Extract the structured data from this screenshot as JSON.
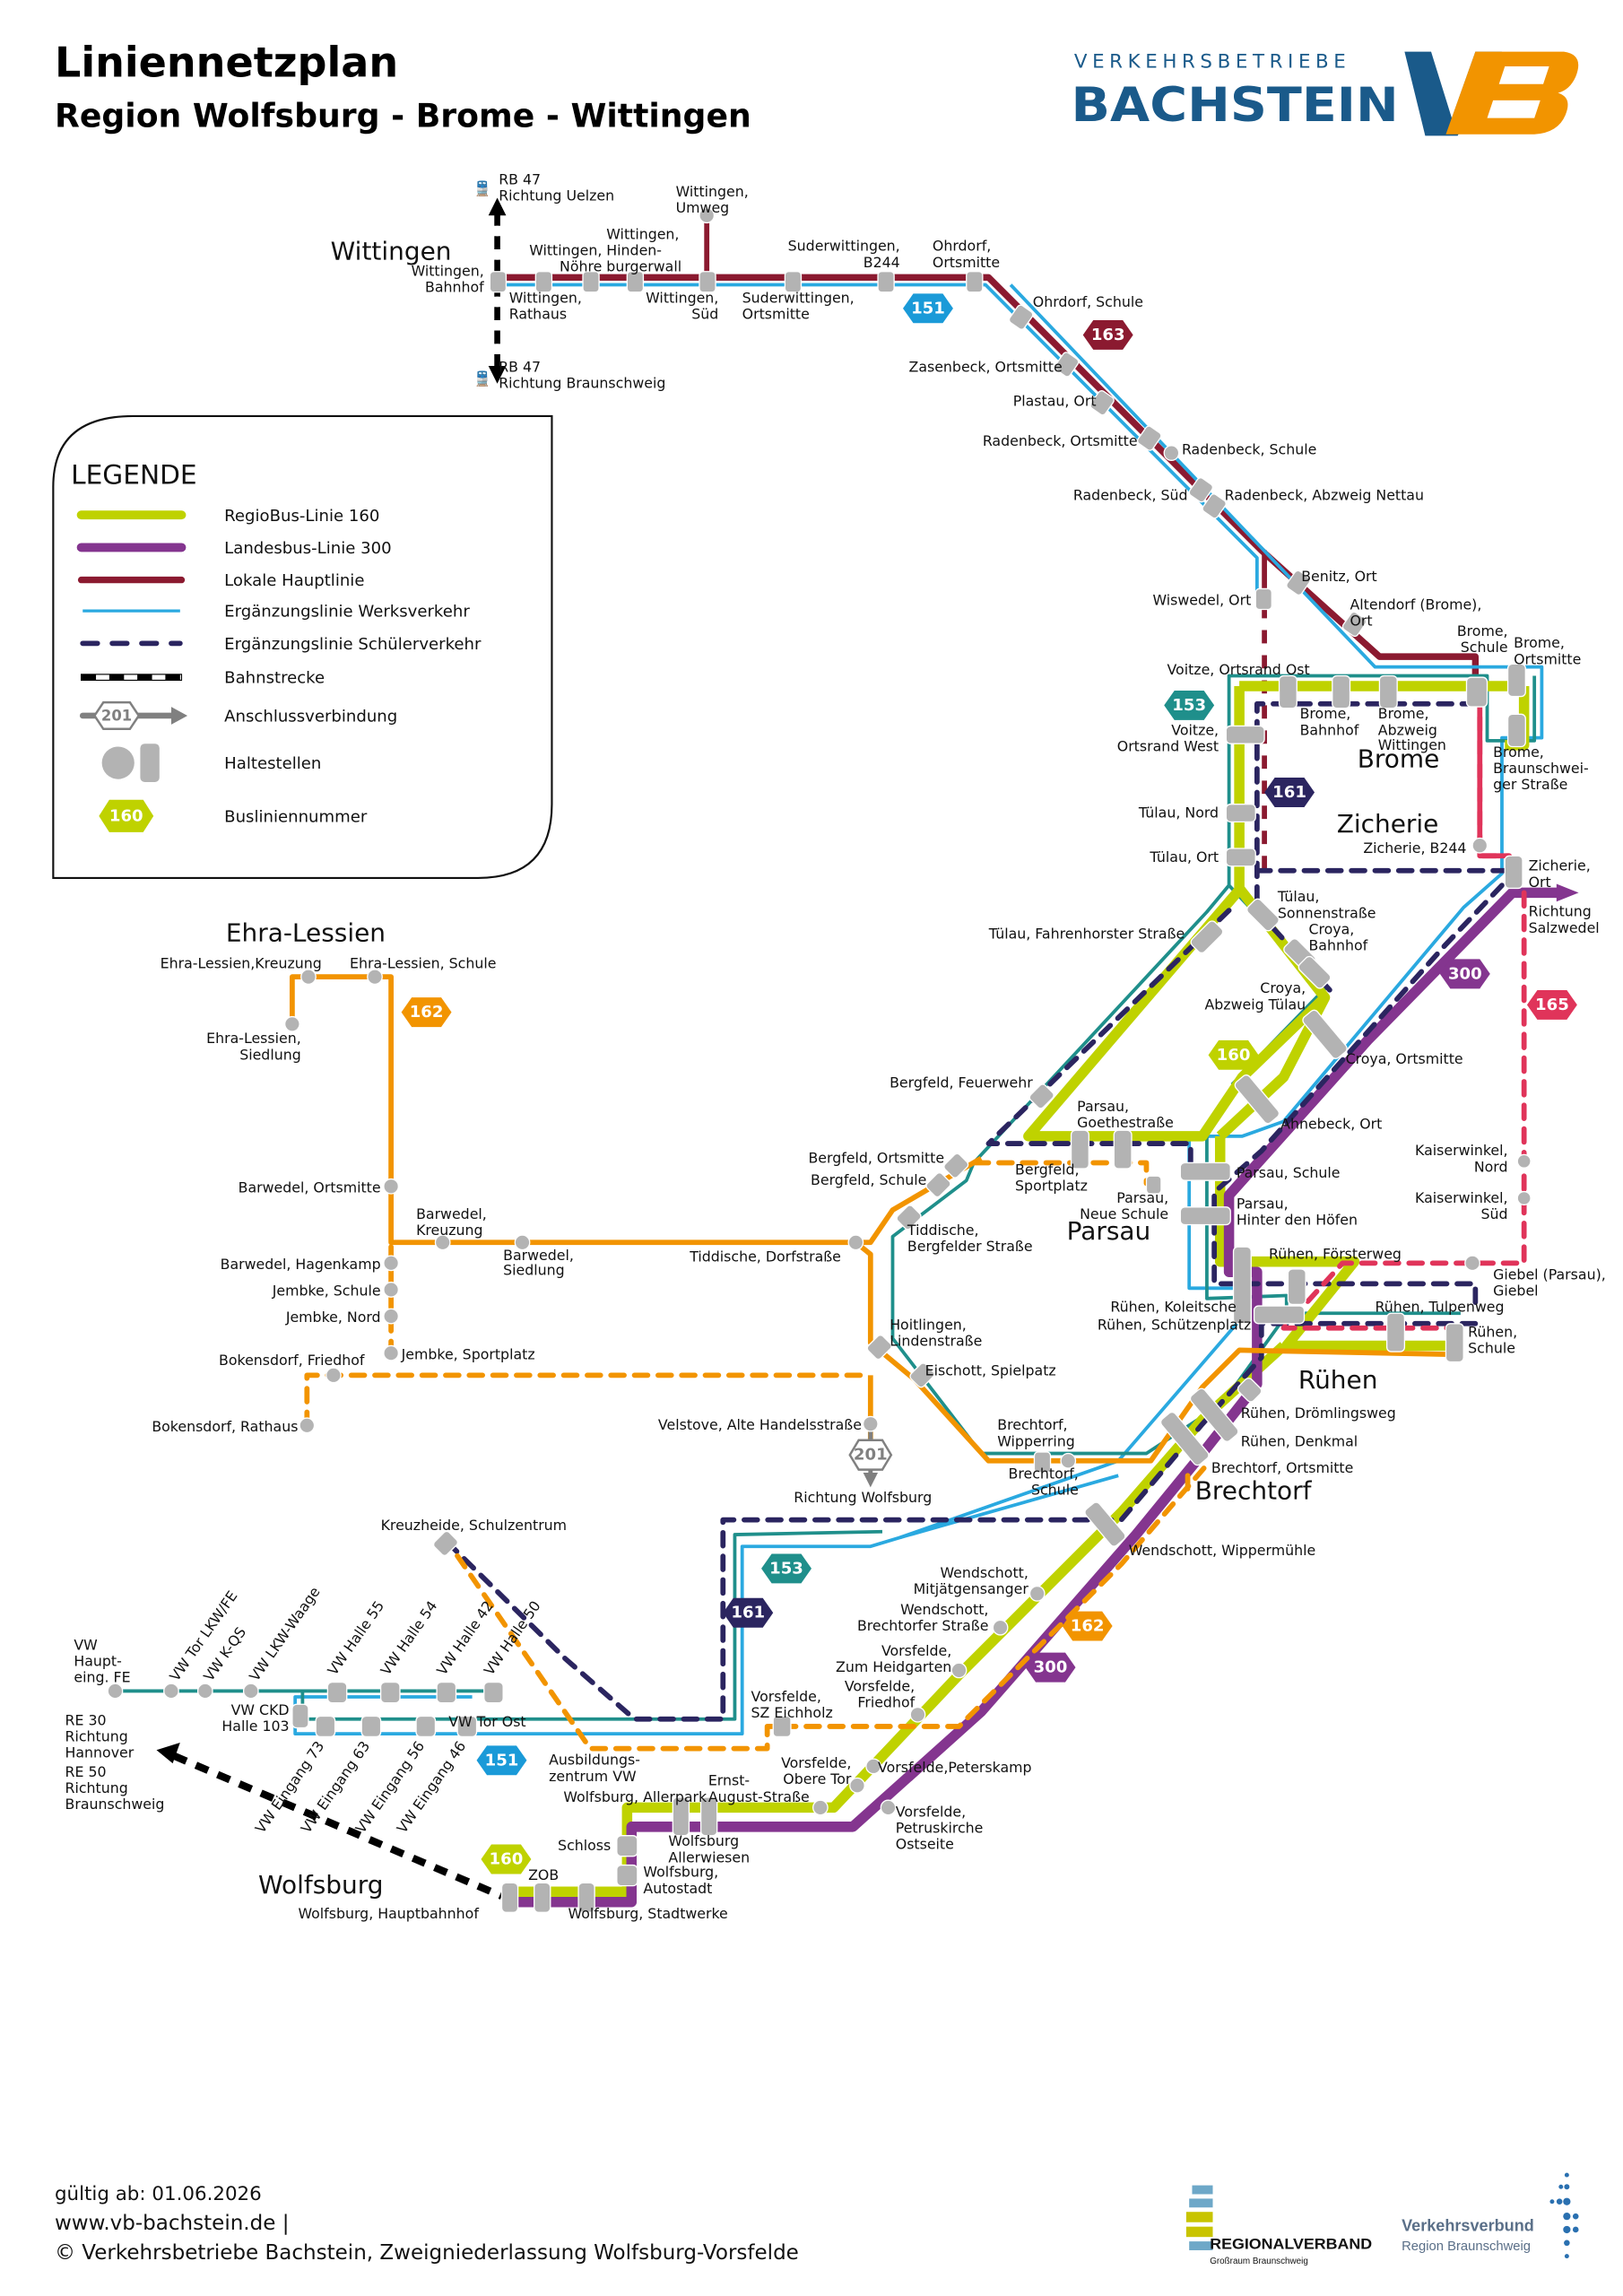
{
  "header": {
    "title": "Liniennetzplan",
    "subtitle": "Region Wolfsburg - Brome - Wittingen",
    "logo_top": "VERKEHRSBETRIEBE",
    "logo_main": "BACHSTEIN",
    "logo_mark": "VB"
  },
  "colors": {
    "line_160": "#bfd200",
    "line_300": "#84358f",
    "line_163": "#8b1a30",
    "line_151": "#2aa9e0",
    "line_153": "#1f8f8b",
    "line_161": "#2b2560",
    "line_162": "#f29400",
    "line_165": "#e0345a",
    "line_201": "#808080",
    "stop": "#b3b3b3",
    "logo_blue": "#1a5a8a",
    "logo_orange": "#f29400"
  },
  "legend": {
    "title": "LEGENDE",
    "items": [
      {
        "label": "RegioBus-Linie 160",
        "symbol": "line-160"
      },
      {
        "label": "Landesbus-Linie 300",
        "symbol": "line-300"
      },
      {
        "label": "Lokale Hauptlinie",
        "symbol": "line-local"
      },
      {
        "label": "Ergänzungslinie Werksverkehr",
        "symbol": "line-works"
      },
      {
        "label": "Ergänzungslinie Schülerverkehr",
        "symbol": "line-school"
      },
      {
        "label": "Bahnstrecke",
        "symbol": "railway"
      },
      {
        "label": "Anschlussverbindung",
        "symbol": "connection",
        "badge": "201"
      },
      {
        "label": "Haltestellen",
        "symbol": "stops"
      },
      {
        "label": "Busliniennummer",
        "symbol": "line-number",
        "badge": "160"
      }
    ]
  },
  "towns": {
    "wittingen": "Wittingen",
    "brome": "Brome",
    "zicherie": "Zicherie",
    "ehra": "Ehra-Lessien",
    "parsau": "Parsau",
    "ruehen": "Rühen",
    "brechtorf": "Brechtorf",
    "wolfsburg": "Wolfsburg"
  },
  "badges": {
    "b151a": "151",
    "b163": "163",
    "b153": "153",
    "b161": "161",
    "b300": "300",
    "b165": "165",
    "b160": "160",
    "b162": "162",
    "b201": "201",
    "b153b": "153",
    "b161b": "161",
    "b162b": "162",
    "b300b": "300",
    "b151b": "151",
    "b160b": "160"
  },
  "rail": {
    "north": [
      "RB 47",
      "Richtung Uelzen"
    ],
    "south": [
      "RB 47",
      "Richtung Braunschweig"
    ],
    "west1": [
      "RE 30",
      "Richtung",
      "Hannover"
    ],
    "west2": [
      "RE 50",
      "Richtung",
      "Braunschweig"
    ]
  },
  "connections": {
    "salzwedel": [
      "Richtung",
      "Salzwedel"
    ],
    "wolfsburg": "Richtung Wolfsburg"
  },
  "stops": {
    "witt_bhf": [
      "Wittingen,",
      "Bahnhof"
    ],
    "witt_rathaus": [
      "Wittingen,",
      "Rathaus"
    ],
    "witt_noehre": [
      "Wittingen,",
      "Nöhre"
    ],
    "witt_hinden": [
      "Wittingen,",
      "Hinden-",
      "burgerwall"
    ],
    "witt_umweg": [
      "Wittingen,",
      "Umweg"
    ],
    "witt_sued": [
      "Wittingen,",
      "Süd"
    ],
    "suder_om": [
      "Suderwittingen,",
      "Ortsmitte"
    ],
    "suder_b244": [
      "Suderwittingen,",
      "B244"
    ],
    "ohrdorf_om": [
      "Ohrdorf,",
      "Ortsmitte"
    ],
    "ohrdorf_schule": "Ohrdorf, Schule",
    "zasenbeck": "Zasenbeck, Ortsmitte",
    "plastau": "Plastau, Ort",
    "radenbeck_om": "Radenbeck, Ortsmitte",
    "radenbeck_schule": "Radenbeck, Schule",
    "radenbeck_sued": "Radenbeck, Süd",
    "radenbeck_nettau": "Radenbeck, Abzweig Nettau",
    "benitz": "Benitz, Ort",
    "wiswedel": "Wiswedel, Ort",
    "altendorf": [
      "Altendorf (Brome),",
      "Ort"
    ],
    "brome_schule": [
      "Brome,",
      "Schule"
    ],
    "brome_om": [
      "Brome,",
      "Ortsmitte"
    ],
    "voitze_ost": "Voitze, Ortsrand Ost",
    "voitze_west": [
      "Voitze,",
      "Ortsrand West"
    ],
    "brome_bhf": [
      "Brome,",
      "Bahnhof"
    ],
    "brome_abzw": [
      "Brome,",
      "Abzweig",
      "Wittingen"
    ],
    "brome_bs": [
      "Brome,",
      "Braunschwei-",
      "ger Straße"
    ],
    "tuelau_nord": "Tülau, Nord",
    "tuelau_ort": "Tülau, Ort",
    "zicherie_b244": "Zicherie, B244",
    "zicherie_ort": [
      "Zicherie,",
      "Ort"
    ],
    "tuelau_fahren": "Tülau, Fahrenhorster Straße",
    "tuelau_sonnen": [
      "Tülau,",
      "Sonnenstraße"
    ],
    "croya_bhf": [
      "Croya,",
      "Bahnhof"
    ],
    "croya_abzw": [
      "Croya,",
      "Abzweig Tülau"
    ],
    "croya_om": "Croya, Ortsmitte",
    "ahnebeck": "Ahnebeck, Ort",
    "kaiser_nord": [
      "Kaiserwinkel,",
      "Nord"
    ],
    "kaiser_sued": [
      "Kaiserwinkel,",
      "Süd"
    ],
    "bergfeld_fw": "Bergfeld, Feuerwehr",
    "parsau_goethe": [
      "Parsau,",
      "Goethestraße"
    ],
    "bergfeld_om": "Bergfeld, Ortsmitte",
    "bergfeld_schule": "Bergfeld, Schule",
    "bergfeld_sport": [
      "Bergfeld,",
      "Sportplatz"
    ],
    "parsau_neue": [
      "Parsau,",
      "Neue Schule"
    ],
    "parsau_schule": "Parsau, Schule",
    "parsau_hinter": [
      "Parsau,",
      "Hinter den Höfen"
    ],
    "tiddische_berg": [
      "Tiddische,",
      "Bergfelder Straße"
    ],
    "tiddische_dorf": "Tiddische, Dorfstraße",
    "ruehen_foerster": "Rühen, Försterweg",
    "giebel": [
      "Giebel (Parsau),",
      "Giebel"
    ],
    "ruehen_koleitsche": "Rühen, Koleitsche",
    "ruehen_schuetzen": "Rühen, Schützenplatz",
    "ruehen_tulpen": "Rühen, Tulpenweg",
    "ruehen_schule": [
      "Rühen,",
      "Schule"
    ],
    "hoitlingen": [
      "Hoitlingen,",
      "Lindenstraße"
    ],
    "eischott": "Eischott, Spielpatz",
    "ruehen_droem": "Rühen, Drömlingsweg",
    "ruehen_denkmal": "Rühen, Denkmal",
    "brechtorf_om": "Brechtorf, Ortsmitte",
    "brechtorf_wipp": [
      "Brechtorf,",
      "Wipperring"
    ],
    "brechtorf_schule": [
      "Brechtorf,",
      "Schule"
    ],
    "velstove": "Velstove, Alte Handelsstraße",
    "wendschott_wipp": "Wendschott, Wippermühle",
    "wendschott_mit": [
      "Wendschott,",
      "Mitjätgensanger"
    ],
    "wendschott_brech": [
      "Wendschott,",
      "Brechtorfer Straße"
    ],
    "vorsfelde_heid": [
      "Vorsfelde,",
      "Zum Heidgarten"
    ],
    "vorsfelde_fried": [
      "Vorsfelde,",
      "Friedhof"
    ],
    "vorsfelde_sz": [
      "Vorsfelde,",
      "SZ Eichholz"
    ],
    "vorsfelde_obere": [
      "Vorsfelde,",
      "Obere Tor"
    ],
    "vorsfelde_peters": "Vorsfelde,Peterskamp",
    "vorsfelde_petrus": [
      "Vorsfelde,",
      "Petruskirche",
      "Ostseite"
    ],
    "ernst_august": [
      "Ernst-",
      "August-Straße"
    ],
    "allerpark": "Wolfsburg, Allerpark",
    "allerwiesen": [
      "Wolfsburg",
      "Allerwiesen"
    ],
    "schloss": "Schloss",
    "autostadt": [
      "Wolfsburg,",
      "Autostadt"
    ],
    "zob": "ZOB",
    "hbf": "Wolfsburg, Hauptbahnhof",
    "stadtwerke": "Wolfsburg, Stadtwerke",
    "ausbildung": [
      "Ausbildungs-",
      "zentrum VW"
    ],
    "kreuzheide": "Kreuzheide, Schulzentrum",
    "ehra_kreuz": "Ehra-Lessien,Kreuzung",
    "ehra_schule": "Ehra-Lessien, Schule",
    "ehra_siedlung": [
      "Ehra-Lessien,",
      "Siedlung"
    ],
    "barwedel_om": "Barwedel, Ortsmitte",
    "barwedel_kreuz": [
      "Barwedel,",
      "Kreuzung"
    ],
    "barwedel_sied": [
      "Barwedel,",
      "Siedlung"
    ],
    "barwedel_hagen": "Barwedel, Hagenkamp",
    "jembke_schule": "Jembke, Schule",
    "jembke_nord": "Jembke, Nord",
    "jembke_sport": "Jembke, Sportplatz",
    "bokens_fried": "Bokensdorf, Friedhof",
    "bokens_rath": "Bokensdorf, Rathaus",
    "vw_haupt": [
      "VW",
      "Haupt-",
      "eing. FE"
    ],
    "vw_tor_lkw": "VW Tor LKW/FE",
    "vw_kqs": "VW K-QS",
    "vw_waage": "VW LKW-Waage",
    "vw_h55": "VW Halle 55",
    "vw_h54": "VW Halle 54",
    "vw_h42": "VW Halle 42",
    "vw_h50": "VW Halle 50",
    "vw_ckd": [
      "VW CKD",
      "Halle 103"
    ],
    "vw_tor_ost": "VW Tor Ost",
    "vw_e73": "VW Eingang 73",
    "vw_e63": "VW Eingang 63",
    "vw_e56": "VW Eingang 56",
    "vw_e46": "VW Eingang 46"
  },
  "footer": {
    "valid": "gültig ab: 01.06.2026",
    "url": "www.vb-bachstein.de |",
    "copyright": "© Verkehrsbetriebe Bachstein, Zweigniederlassung Wolfsburg-Vorsfelde",
    "partner1_main": "REGIONALVERBAND",
    "partner1_sub": "Großraum Braunschweig",
    "partner2_main": "Verkehrsverbund",
    "partner2_sub": "Region Braunschweig"
  }
}
